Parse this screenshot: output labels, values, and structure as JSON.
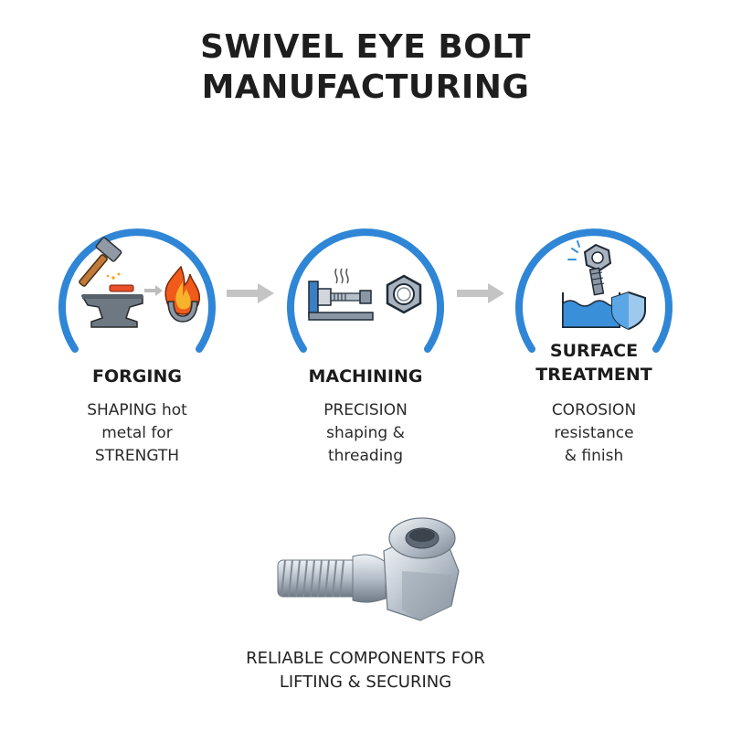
{
  "title": {
    "line1": "SWIVEL EYE BOLT",
    "line2": "MANUFACTURING"
  },
  "steps": [
    {
      "title_line1": "FORGING",
      "title_line2": "",
      "desc": [
        "SHAPING hot",
        "metal for",
        "STRENGTH"
      ],
      "icons": [
        "hammer-icon",
        "anvil-icon",
        "flame-icon"
      ]
    },
    {
      "title_line1": "MACHINING",
      "title_line2": "",
      "desc": [
        "PRECISION",
        "shaping &",
        "threading"
      ],
      "icons": [
        "lathe-icon",
        "hex-nut-icon"
      ]
    },
    {
      "title_line1": "SURFACE",
      "title_line2": "TREATMENT",
      "desc": [
        "COROSION",
        "resistance",
        "& finish"
      ],
      "icons": [
        "bolt-icon",
        "liquid-bath-icon",
        "shield-icon"
      ]
    }
  ],
  "caption": {
    "line1": "RELIABLE COMPONENTS FOR",
    "line2": "LIFTING & SECURING"
  },
  "colors": {
    "ring": "#2f86d6",
    "arrow": "#c4c4c4",
    "fire": "#f05a1a",
    "metal": "#8a96a3",
    "water": "#3a8fd9"
  }
}
